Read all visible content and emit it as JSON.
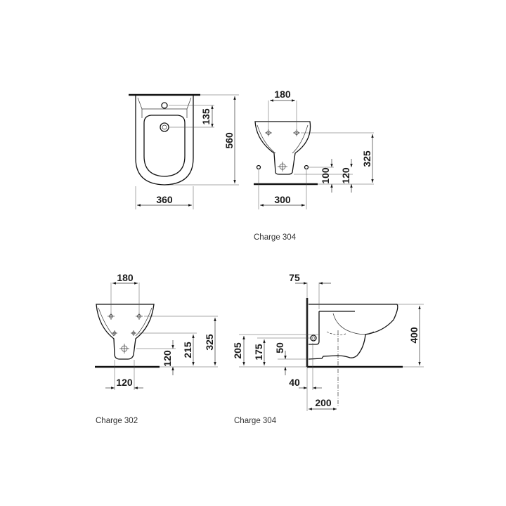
{
  "captions": {
    "top": "Charge 304",
    "bottom_left": "Charge 302",
    "bottom_right": "Charge 304"
  },
  "views": {
    "top_view": {
      "dims": {
        "width": "360",
        "depth": "560",
        "tap_to_drain": "135"
      }
    },
    "front_view_304": {
      "dims": {
        "fixing_spacing_top": "180",
        "fixing_spacing_bottom": "300",
        "height_325": "325",
        "height_120": "120",
        "height_100": "100"
      }
    },
    "front_view_302": {
      "dims": {
        "fixing_spacing_top": "180",
        "outlet_width": "120",
        "height_325": "325",
        "height_215": "215",
        "height_120": "120"
      }
    },
    "side_view_304": {
      "dims": {
        "wall_offset": "75",
        "height_400": "400",
        "height_205": "205",
        "height_175": "175",
        "height_50": "50",
        "offset_40": "40",
        "offset_200": "200"
      }
    }
  }
}
